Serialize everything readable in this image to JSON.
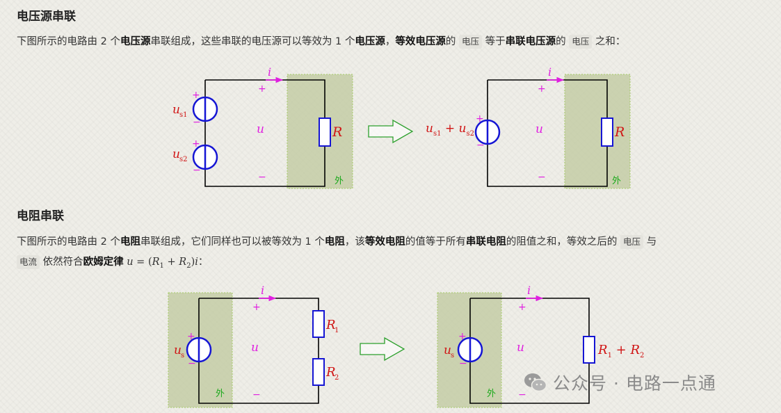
{
  "section1": {
    "heading": "电压源串联",
    "p_part1": "下图所示的电路由 2 个",
    "p_b1": "电压源",
    "p_part2": "串联组成，这些串联的电压源可以等效为 1 个",
    "p_b2": "电压源",
    "p_part3": "，",
    "p_b3": "等效电压源",
    "p_part4": "的 ",
    "p_term1": "电压",
    "p_part5": " 等于",
    "p_b4": "串联电压源",
    "p_part6": "的 ",
    "p_term2": "电压",
    "p_part7": " 之和："
  },
  "section2": {
    "heading": "电阻串联",
    "l1_part1": "下图所示的电路由 2 个",
    "l1_b1": "电阻",
    "l1_part2": "串联组成，它们同样也可以被等效为 1 个",
    "l1_b2": "电阻",
    "l1_part3": "，该",
    "l1_b3": "等效电阻",
    "l1_part4": "的值等于所有",
    "l1_b4": "串联电阻",
    "l1_part5": "的阻值之和，等效之后的 ",
    "l1_term1": "电压",
    "l1_part6": " 与",
    "l2_term2": "电流",
    "l2_part1": " 依然符合",
    "l2_b1": "欧姆定律",
    "formula_lhs": "u",
    "formula_eq": " = (",
    "formula_r1": "R",
    "formula_r1_sub": "1",
    "formula_plus": " + ",
    "formula_r2": "R",
    "formula_r2_sub": "2",
    "formula_close": ")",
    "formula_i": "i",
    "formula_colon": "："
  },
  "labels": {
    "current": "i",
    "voltage": "u",
    "plus": "+",
    "minus": "−",
    "outside": "外",
    "R": "R",
    "u": "u",
    "s1": "s1",
    "s2": "s2",
    "s": "s",
    "sub1": "1",
    "sub2": "2",
    "plus_op": " + "
  },
  "watermark": {
    "text": "公众号 · 电路一点通"
  },
  "colors": {
    "wire": "#000000",
    "source": "#1515d4",
    "label_red": "#d01414",
    "magenta": "#e020e0",
    "outside_fill": "#bfc89e",
    "outside_text": "#1aa81a",
    "arrow": "#2ca02c"
  }
}
